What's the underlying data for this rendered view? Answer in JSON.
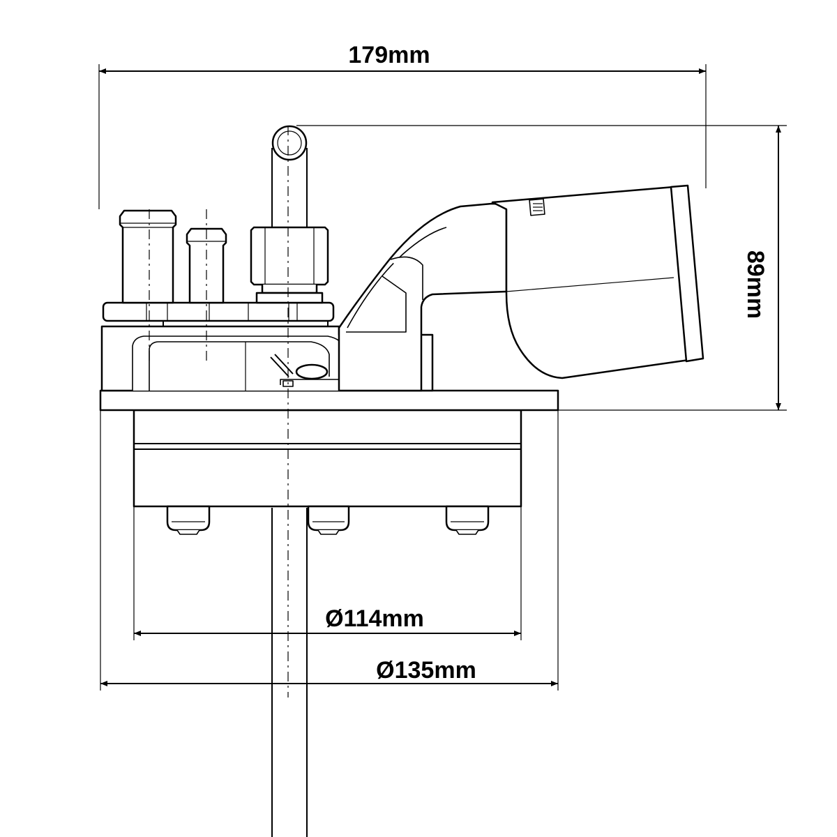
{
  "dimensions": {
    "overall_width": "179mm",
    "height": "89mm",
    "inner_diameter": "Ø114mm",
    "outer_diameter": "Ø135mm"
  },
  "colors": {
    "line": "#000000",
    "background": "#ffffff"
  }
}
